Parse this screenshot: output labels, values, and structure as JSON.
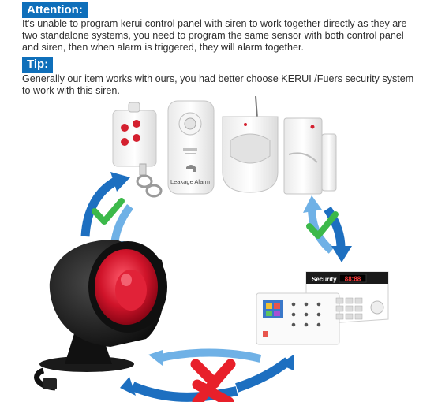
{
  "attention": {
    "heading": "Attention:",
    "body": "It's unable to program kerui control panel with siren to work together directly as they are two standalone systems, you need to program the same sensor with both control panel and siren, then when alarm is triggered, they will alarm together."
  },
  "tip": {
    "heading": "Tip:",
    "body": "Generally our item works with ours, you had better choose KERUI /Fuers security system to work with this siren."
  },
  "devices": {
    "leakage_label": "Leakage Alarm",
    "panel_brand": "Security",
    "panel_display": "88:88"
  },
  "colors": {
    "badge_blue": "#0f6fba",
    "arrow_blue": "#1d6fc0",
    "arrow_light_blue": "#6fb1e6",
    "check_green": "#3cb94a",
    "cross_red": "#e8202a"
  }
}
